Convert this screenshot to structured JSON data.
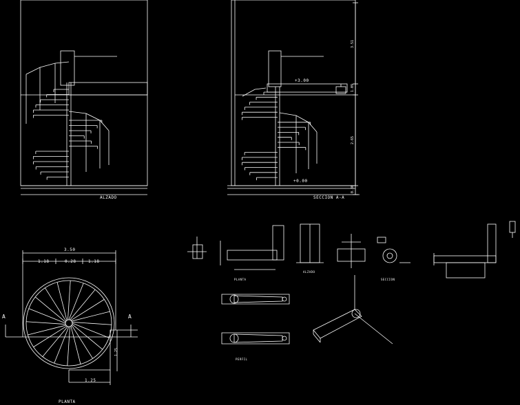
{
  "titles": {
    "elevation": "ALZADO",
    "section": "SECCION A-A",
    "plan": "PLANTA"
  },
  "plan_dims": {
    "overall": "3.50",
    "left": "1.18",
    "middle": "0.28",
    "right": "1.18",
    "vertical": "1.25",
    "bottom": "1.25"
  },
  "section_dims": {
    "top": "3.51",
    "middle": "1.09",
    "lower": "2.65",
    "bottom": "0.30",
    "level_upper": "+3.00",
    "level_lower": "+0.00"
  },
  "section_marks": {
    "left": "A",
    "right": "A"
  },
  "detail_labels": {
    "d1": "PLANTA",
    "d2": "ALZADO",
    "d3": "SECCION",
    "d4": "PERFIL"
  },
  "colors": {
    "background": "#000000",
    "lines": "#ffffff"
  }
}
